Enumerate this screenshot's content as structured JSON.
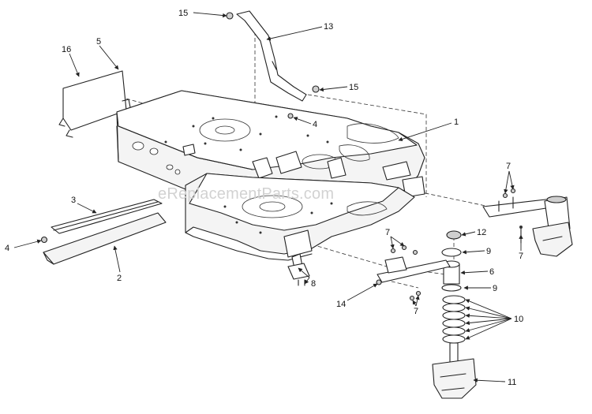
{
  "watermark": "eReplacementParts.com",
  "callouts": {
    "c1": "1",
    "c2": "2",
    "c3": "3",
    "c4a": "4",
    "c4b": "4",
    "c5": "5",
    "c6": "6",
    "c7a": "7",
    "c7b": "7",
    "c7c": "7",
    "c7d": "7",
    "c8": "8",
    "c9a": "9",
    "c9b": "9",
    "c10": "10",
    "c11": "11",
    "c12": "12",
    "c13": "13",
    "c14": "14",
    "c15a": "15",
    "c15b": "15",
    "c16": "16"
  }
}
